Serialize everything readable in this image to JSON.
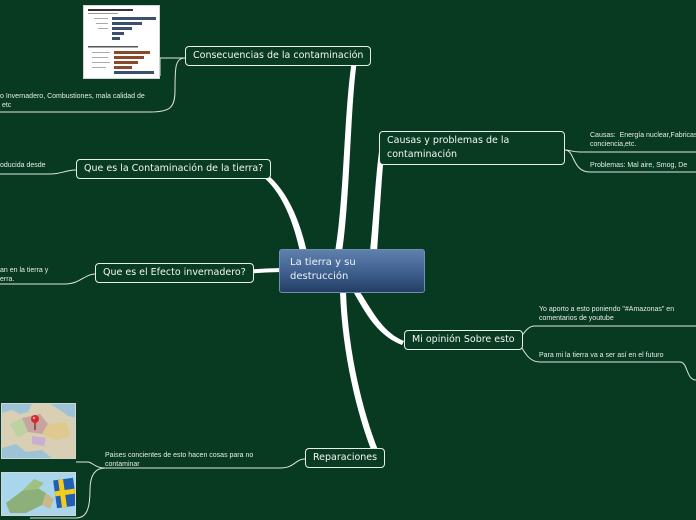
{
  "central": "La tierra y su destrucción",
  "topics": {
    "consecuencias": "Consecuencias de la contaminación",
    "que_es_contaminacion": "Que es la Contaminación de la tierra?",
    "efecto_invernadero": "Que es el Efecto invernadero?",
    "causas": "Causas y problemas de la contaminación",
    "opinion": "Mi opinión Sobre esto",
    "reparaciones": "Reparaciones"
  },
  "subtopics": {
    "consecuencias_text": "o Invernadero, Combustiones, mala calidad de\n etc",
    "contaminacion_text": "oducida desde",
    "invernadero_text": "an en la tierra y\nerra.",
    "causas_text": "Causas:  Energía nuclear,Fabricas,\nconciencia,etc.",
    "problemas_text": "Problemas:    Mal aire, Smog, De",
    "opinion_text_1": "Yo aporto a esto poniendo \"#Amazonas\" en\ncomentarios de youtube",
    "opinion_text_2": "Para mi la tierra va a ser así en el futuro",
    "reparaciones_text": "Paises concientes de esto hacen cosas para no\ncontaminar"
  },
  "colors": {
    "background": "#083a22",
    "branch": "#ffffff",
    "node_border": "#e8efe9",
    "central_top": "#5f80ad",
    "central_bottom": "#243e63"
  },
  "icons": [
    "chart-thumbnail",
    "europe-map-thumbnail",
    "sweden-flag-map-thumbnail"
  ]
}
